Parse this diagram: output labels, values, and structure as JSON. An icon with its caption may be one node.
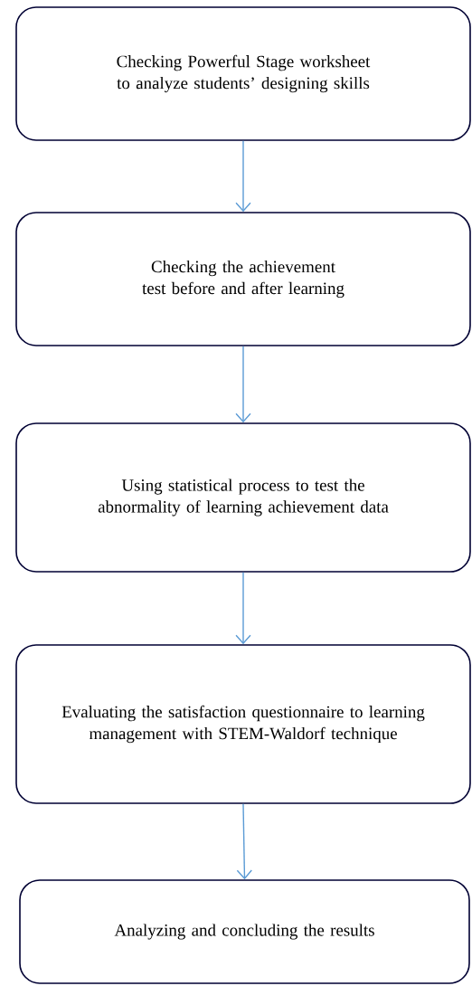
{
  "diagram": {
    "nodes": [
      {
        "text": [
          "Checking Powerful Stage worksheet to analyze students’ designing skills"
        ]
      },
      {
        "text": [
          "Checking the achievement test before and after learning"
        ]
      },
      {
        "text": [
          "Using statistical process to test the abnormality of learning achievement data"
        ]
      },
      {
        "text": [
          "Evaluating the satisfaction questionnaire to learning management with STEM-Waldorf technique"
        ]
      },
      {
        "text": [
          "Analyzing and concluding the results"
        ]
      }
    ],
    "edges": [
      {
        "from": 0,
        "to": 1,
        "arrow": "to"
      },
      {
        "from": 1,
        "to": 2,
        "arrow": "to"
      },
      {
        "from": 2,
        "to": 3,
        "arrow": "to"
      },
      {
        "from": 3,
        "to": 4,
        "arrow": "to"
      }
    ]
  }
}
